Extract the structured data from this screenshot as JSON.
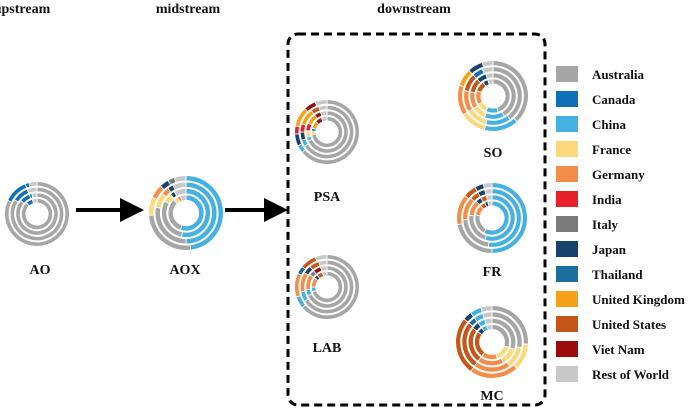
{
  "stages": {
    "upstream": "upstream",
    "midstream": "midstream",
    "downstream": "downstream"
  },
  "colors": {
    "Australia": "#a6a6a6",
    "Canada": "#0f6fb7",
    "China": "#45b1e0",
    "France": "#fed97c",
    "Germany": "#f58d4a",
    "India": "#e8202a",
    "Italy": "#7b7b7b",
    "Japan": "#17426b",
    "Thailand": "#1b6e9e",
    "United Kingdom": "#f6a219",
    "United States": "#c4561a",
    "Viet Nam": "#9b0d0d",
    "Rest of World": "#c8c8c8"
  },
  "legend": [
    "Australia",
    "Canada",
    "China",
    "France",
    "Germany",
    "India",
    "Italy",
    "Japan",
    "Thailand",
    "United Kingdom",
    "United States",
    "Viet Nam",
    "Rest of World"
  ],
  "nodes": [
    {
      "id": "AO",
      "label": "AO",
      "rings": [
        [
          [
            "Australia",
            0.88
          ],
          [
            "Canada",
            0.07
          ],
          [
            "Rest of World",
            0.05
          ]
        ],
        [
          [
            "Australia",
            0.86
          ],
          [
            "Canada",
            0.08
          ],
          [
            "Thailand",
            0.02
          ],
          [
            "Rest of World",
            0.04
          ]
        ],
        [
          [
            "Australia",
            0.84
          ],
          [
            "Canada",
            0.1
          ],
          [
            "Rest of World",
            0.06
          ]
        ],
        [
          [
            "Australia",
            0.82
          ],
          [
            "Canada",
            0.12
          ],
          [
            "Thailand",
            0.02
          ],
          [
            "Rest of World",
            0.04
          ]
        ]
      ]
    },
    {
      "id": "AOX",
      "label": "AOX",
      "rings": [
        [
          [
            "China",
            0.55
          ],
          [
            "Australia",
            0.33
          ],
          [
            "France",
            0.04
          ],
          [
            "Germany",
            0.03
          ],
          [
            "Rest of World",
            0.05
          ]
        ],
        [
          [
            "China",
            0.53
          ],
          [
            "Australia",
            0.3
          ],
          [
            "France",
            0.06
          ],
          [
            "Japan",
            0.03
          ],
          [
            "Rest of World",
            0.08
          ]
        ],
        [
          [
            "China",
            0.5
          ],
          [
            "Australia",
            0.28
          ],
          [
            "France",
            0.08
          ],
          [
            "Germany",
            0.04
          ],
          [
            "Japan",
            0.03
          ],
          [
            "Rest of World",
            0.07
          ]
        ],
        [
          [
            "China",
            0.48
          ],
          [
            "Australia",
            0.26
          ],
          [
            "France",
            0.08
          ],
          [
            "Germany",
            0.06
          ],
          [
            "Japan",
            0.04
          ],
          [
            "Italy",
            0.03
          ],
          [
            "Rest of World",
            0.05
          ]
        ]
      ]
    },
    {
      "id": "PSA",
      "label": "PSA",
      "rings": [
        [
          [
            "Australia",
            0.72
          ],
          [
            "France",
            0.04
          ],
          [
            "Thailand",
            0.03
          ],
          [
            "United Kingdom",
            0.08
          ],
          [
            "Viet Nam",
            0.07
          ],
          [
            "Rest of World",
            0.06
          ]
        ],
        [
          [
            "Australia",
            0.68
          ],
          [
            "China",
            0.03
          ],
          [
            "France",
            0.05
          ],
          [
            "India",
            0.06
          ],
          [
            "United Kingdom",
            0.08
          ],
          [
            "Viet Nam",
            0.05
          ],
          [
            "Rest of World",
            0.05
          ]
        ],
        [
          [
            "Australia",
            0.66
          ],
          [
            "China",
            0.04
          ],
          [
            "Japan",
            0.05
          ],
          [
            "India",
            0.05
          ],
          [
            "United Kingdom",
            0.1
          ],
          [
            "United States",
            0.05
          ],
          [
            "Rest of World",
            0.05
          ]
        ],
        [
          [
            "Australia",
            0.64
          ],
          [
            "China",
            0.04
          ],
          [
            "Japan",
            0.06
          ],
          [
            "India",
            0.04
          ],
          [
            "United Kingdom",
            0.1
          ],
          [
            "Viet Nam",
            0.06
          ],
          [
            "Rest of World",
            0.06
          ]
        ]
      ]
    },
    {
      "id": "LAB",
      "label": "LAB",
      "rings": [
        [
          [
            "Australia",
            0.7
          ],
          [
            "China",
            0.05
          ],
          [
            "Germany",
            0.1
          ],
          [
            "Japan",
            0.04
          ],
          [
            "United States",
            0.06
          ],
          [
            "Rest of World",
            0.05
          ]
        ],
        [
          [
            "Australia",
            0.68
          ],
          [
            "China",
            0.05
          ],
          [
            "Germany",
            0.12
          ],
          [
            "Italy",
            0.04
          ],
          [
            "Viet Nam",
            0.06
          ],
          [
            "Rest of World",
            0.05
          ]
        ],
        [
          [
            "Australia",
            0.66
          ],
          [
            "China",
            0.06
          ],
          [
            "Germany",
            0.12
          ],
          [
            "Japan",
            0.05
          ],
          [
            "United States",
            0.06
          ],
          [
            "Rest of World",
            0.05
          ]
        ],
        [
          [
            "Australia",
            0.64
          ],
          [
            "China",
            0.06
          ],
          [
            "Germany",
            0.12
          ],
          [
            "Thailand",
            0.04
          ],
          [
            "United States",
            0.08
          ],
          [
            "Rest of World",
            0.06
          ]
        ]
      ]
    },
    {
      "id": "SO",
      "label": "SO",
      "rings": [
        [
          [
            "Australia",
            0.45
          ],
          [
            "China",
            0.12
          ],
          [
            "France",
            0.1
          ],
          [
            "Germany",
            0.13
          ],
          [
            "United States",
            0.1
          ],
          [
            "Japan",
            0.05
          ],
          [
            "Rest of World",
            0.05
          ]
        ],
        [
          [
            "Australia",
            0.42
          ],
          [
            "China",
            0.14
          ],
          [
            "France",
            0.1
          ],
          [
            "Germany",
            0.12
          ],
          [
            "United States",
            0.1
          ],
          [
            "Japan",
            0.07
          ],
          [
            "Rest of World",
            0.05
          ]
        ],
        [
          [
            "Australia",
            0.4
          ],
          [
            "China",
            0.14
          ],
          [
            "France",
            0.12
          ],
          [
            "Germany",
            0.12
          ],
          [
            "United States",
            0.1
          ],
          [
            "Canada",
            0.06
          ],
          [
            "Rest of World",
            0.06
          ]
        ],
        [
          [
            "Australia",
            0.38
          ],
          [
            "China",
            0.16
          ],
          [
            "France",
            0.12
          ],
          [
            "Germany",
            0.14
          ],
          [
            "United Kingdom",
            0.08
          ],
          [
            "Japan",
            0.07
          ],
          [
            "Rest of World",
            0.05
          ]
        ]
      ]
    },
    {
      "id": "FR",
      "label": "FR",
      "rings": [
        [
          [
            "China",
            0.58
          ],
          [
            "Australia",
            0.2
          ],
          [
            "Germany",
            0.1
          ],
          [
            "United States",
            0.05
          ],
          [
            "Japan",
            0.03
          ],
          [
            "Rest of World",
            0.04
          ]
        ],
        [
          [
            "China",
            0.55
          ],
          [
            "Australia",
            0.22
          ],
          [
            "Germany",
            0.11
          ],
          [
            "Japan",
            0.04
          ],
          [
            "United States",
            0.04
          ],
          [
            "Rest of World",
            0.04
          ]
        ],
        [
          [
            "China",
            0.52
          ],
          [
            "Australia",
            0.22
          ],
          [
            "Germany",
            0.13
          ],
          [
            "United States",
            0.05
          ],
          [
            "Japan",
            0.04
          ],
          [
            "Rest of World",
            0.04
          ]
        ],
        [
          [
            "China",
            0.5
          ],
          [
            "Australia",
            0.22
          ],
          [
            "Germany",
            0.14
          ],
          [
            "United States",
            0.06
          ],
          [
            "Japan",
            0.04
          ],
          [
            "Rest of World",
            0.04
          ]
        ]
      ]
    },
    {
      "id": "MC",
      "label": "MC",
      "rings": [
        [
          [
            "Australia",
            0.3
          ],
          [
            "France",
            0.15
          ],
          [
            "Germany",
            0.15
          ],
          [
            "United States",
            0.25
          ],
          [
            "Japan",
            0.05
          ],
          [
            "China",
            0.05
          ],
          [
            "Rest of World",
            0.05
          ]
        ],
        [
          [
            "Australia",
            0.3
          ],
          [
            "France",
            0.12
          ],
          [
            "Germany",
            0.18
          ],
          [
            "United States",
            0.25
          ],
          [
            "Japan",
            0.05
          ],
          [
            "China",
            0.05
          ],
          [
            "Rest of World",
            0.05
          ]
        ],
        [
          [
            "Australia",
            0.28
          ],
          [
            "France",
            0.12
          ],
          [
            "Germany",
            0.2
          ],
          [
            "United States",
            0.26
          ],
          [
            "Thailand",
            0.04
          ],
          [
            "China",
            0.05
          ],
          [
            "Rest of World",
            0.05
          ]
        ],
        [
          [
            "Australia",
            0.26
          ],
          [
            "France",
            0.12
          ],
          [
            "Germany",
            0.22
          ],
          [
            "United States",
            0.26
          ],
          [
            "Japan",
            0.04
          ],
          [
            "China",
            0.05
          ],
          [
            "Rest of World",
            0.05
          ]
        ]
      ]
    }
  ]
}
